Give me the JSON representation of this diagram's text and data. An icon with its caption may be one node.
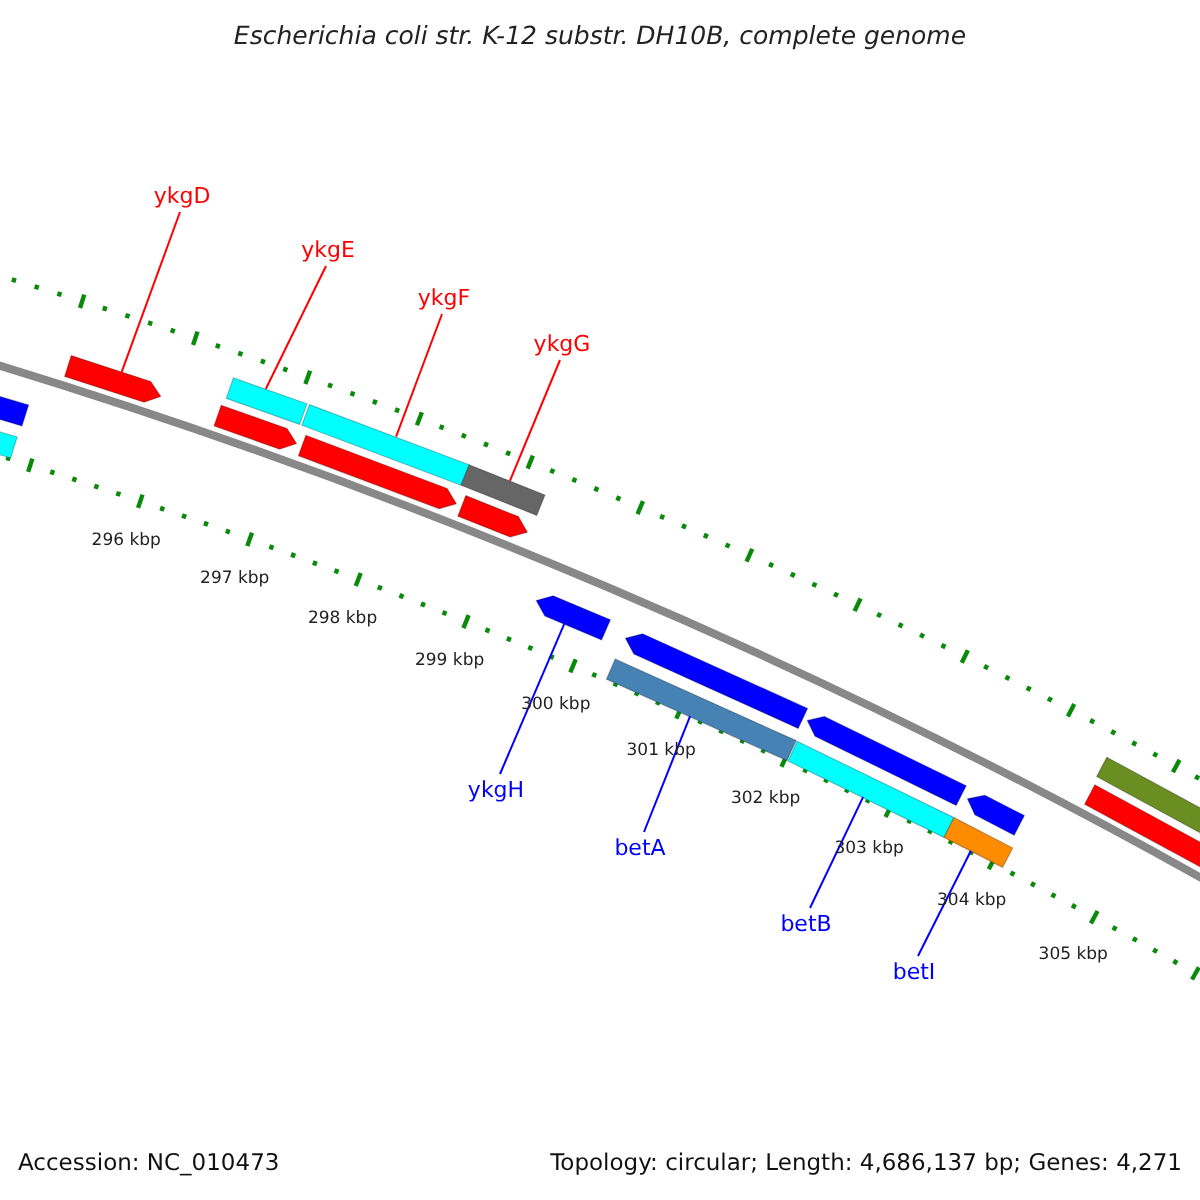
{
  "diagram": {
    "title": "Escherichia coli str. K-12 substr. DH10B, complete genome",
    "nodes": [
      {
        "text": [
          "ykgD"
        ]
      },
      {
        "text": [
          "ykgE"
        ]
      },
      {
        "text": [
          "ykgF"
        ]
      },
      {
        "text": [
          "ykgG"
        ]
      },
      {
        "text": [
          "ykgH"
        ]
      },
      {
        "text": [
          "betA"
        ]
      },
      {
        "text": [
          "betB"
        ]
      },
      {
        "text": [
          "betI"
        ]
      },
      {
        "text": [],
        "shape": "bar"
      },
      {
        "text": [],
        "shape": "bar"
      },
      {
        "text": [],
        "shape": "arrow"
      },
      {
        "text": [],
        "shape": "bar"
      },
      {
        "text": [],
        "shape": "bar"
      },
      {
        "text": [],
        "shape": "bar"
      },
      {
        "text": [],
        "shape": "arrow"
      },
      {
        "text": [],
        "shape": "arrow"
      },
      {
        "text": [],
        "shape": "arrow"
      },
      {
        "text": [],
        "shape": "arrow"
      },
      {
        "text": [],
        "shape": "arrow"
      },
      {
        "text": [],
        "shape": "arrow"
      },
      {
        "text": [],
        "shape": "arrow"
      },
      {
        "text": [],
        "shape": "bar"
      },
      {
        "text": [],
        "shape": "bar"
      },
      {
        "text": [],
        "shape": "bar"
      },
      {
        "text": [],
        "shape": "bar"
      },
      {
        "text": [],
        "shape": "bar"
      }
    ],
    "edges": [
      {
        "from": 0,
        "to": 10,
        "arrow": "none",
        "color": "#ff0000"
      },
      {
        "from": 1,
        "to": 11,
        "arrow": "none",
        "color": "#ff0000"
      },
      {
        "from": 2,
        "to": 12,
        "arrow": "none",
        "color": "#ff0000"
      },
      {
        "from": 3,
        "to": 13,
        "arrow": "none",
        "color": "#ff0000"
      },
      {
        "from": 4,
        "to": 17,
        "arrow": "none",
        "color": "#0000ff"
      },
      {
        "from": 5,
        "to": 21,
        "arrow": "none",
        "color": "#0000ff"
      },
      {
        "from": 6,
        "to": 22,
        "arrow": "none",
        "color": "#0000ff"
      },
      {
        "from": 7,
        "to": 23,
        "arrow": "none",
        "color": "#0000ff"
      }
    ],
    "labels": [
      "296 kbp",
      "297 kbp",
      "298 kbp",
      "299 kbp",
      "300 kbp",
      "301 kbp",
      "302 kbp",
      "303 kbp",
      "304 kbp",
      "305 kbp",
      "Accession: NC_010473",
      "Topology: circular; Length: 4,686,137 bp; Genes: 4,271"
    ]
  }
}
